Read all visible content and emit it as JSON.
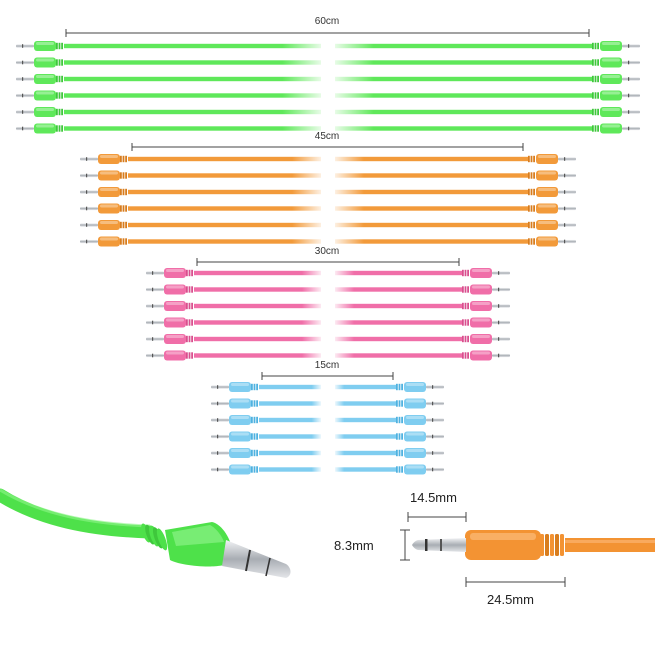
{
  "groups": [
    {
      "label": "60cm",
      "color": "#5fe85a",
      "dark": "#3fc73c",
      "count": 6
    },
    {
      "label": "45cm",
      "color": "#f29a3a",
      "dark": "#d87d1e",
      "count": 6
    },
    {
      "label": "30cm",
      "color": "#f06ea8",
      "dark": "#d94f8e",
      "count": 6
    },
    {
      "label": "15cm",
      "color": "#7fcdf0",
      "dark": "#4fb2e0",
      "count": 6
    }
  ],
  "dimensions": {
    "tip_length": "14.5mm",
    "diameter": "8.3mm",
    "total_length": "24.5mm"
  },
  "colors": {
    "metal": "#c9cdd2",
    "closeup_green": "#4ee14a",
    "closeup_orange": "#f39333"
  }
}
